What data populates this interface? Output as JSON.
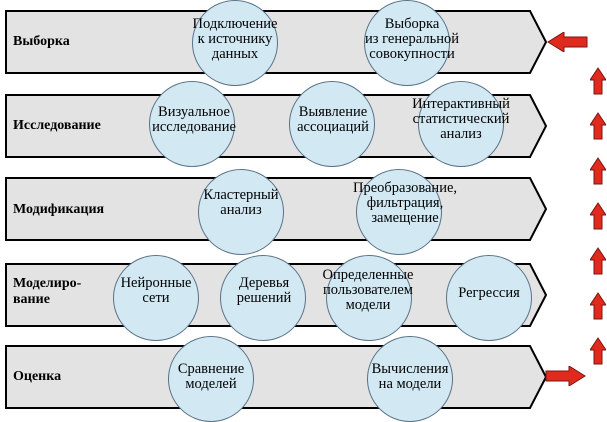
{
  "stages": [
    {
      "label": "Выборка",
      "nodes": [
        "Подключение\nк источнику\nданных",
        "Выборка\nиз генеральной\nсовокупности"
      ]
    },
    {
      "label": "Исследование",
      "nodes": [
        "Визуальное\nисследование",
        "Выявление\nассоциаций",
        "Интерактивный\nстатистический\nанализ"
      ]
    },
    {
      "label": "Модификация",
      "nodes": [
        "Кластерный\nанализ",
        "Преобразование,\nфильтрация,\nзамещение"
      ]
    },
    {
      "label": "Моделиро-\nвание",
      "nodes": [
        "Нейронные\nсети",
        "Деревья\nрешений",
        "Определенные\nпользователем\nмодели",
        "Регрессия"
      ]
    },
    {
      "label": "Оценка",
      "nodes": [
        "Сравнение\nмоделей",
        "Вычисления\nна модели"
      ]
    }
  ],
  "colors": {
    "band_fill": "#e3e3e3",
    "band_stroke": "#000000",
    "circle_fill": "#d2e9f4",
    "circle_stroke": "#5a7286",
    "arrow": "#e02a1d"
  },
  "icons": [
    "arrow-right-icon",
    "arrow-up-icon",
    "arrow-left-icon"
  ]
}
